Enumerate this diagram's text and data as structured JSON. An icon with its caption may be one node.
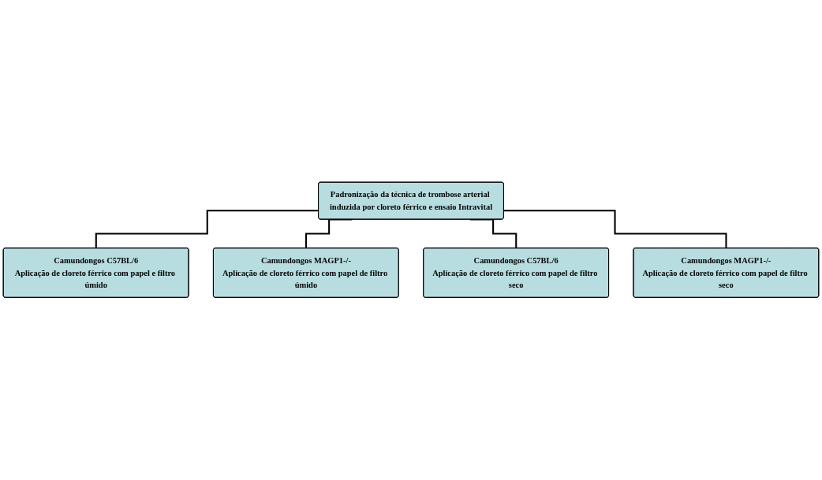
{
  "diagram": {
    "nodes": [
      {
        "text": [
          "Padronização da técnica de trombose arterial induzida por cloreto férrico e ensaio Intravital"
        ]
      },
      {
        "text": [
          "Camundongos C57BL/6",
          "Aplicação de cloreto férrico com papel e filtro úmido"
        ]
      },
      {
        "text": [
          "Camundongos MAGP1-/-",
          "Aplicação de cloreto férrico com papel de filtro úmido"
        ]
      },
      {
        "text": [
          "Camundongos C57BL/6",
          "Aplicação de cloreto férrico com papel de filtro seco"
        ]
      },
      {
        "text": [
          "Camundongos MAGP1-/-",
          "Aplicação de cloreto férrico com papel de filtro seco"
        ]
      }
    ],
    "edges": [
      {
        "from": 0,
        "to": 1,
        "arrow": "none"
      },
      {
        "from": 0,
        "to": 2,
        "arrow": "none"
      },
      {
        "from": 0,
        "to": 3,
        "arrow": "none"
      },
      {
        "from": 0,
        "to": 4,
        "arrow": "none"
      }
    ]
  }
}
